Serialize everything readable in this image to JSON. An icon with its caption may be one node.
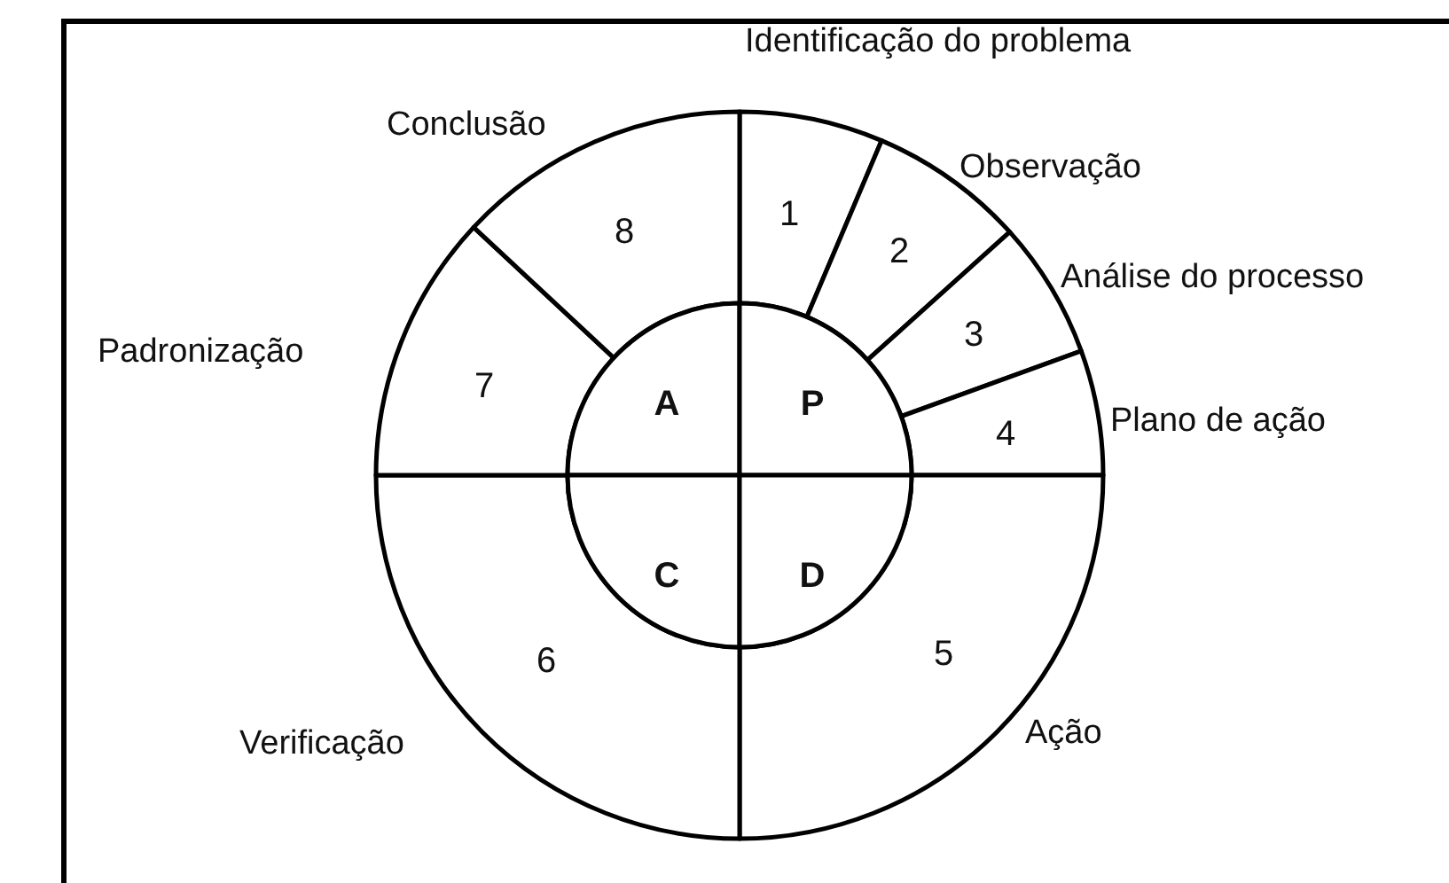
{
  "diagram": {
    "nodes": [
      {
        "text": [
          "1"
        ],
        "beside": [
          "Identificação do problema"
        ]
      },
      {
        "text": [
          "2"
        ],
        "beside": [
          "Observação"
        ]
      },
      {
        "text": [
          "3"
        ],
        "beside": [
          "Análise do processo"
        ]
      },
      {
        "text": [
          "4"
        ],
        "beside": [
          "Plano de ação"
        ]
      },
      {
        "text": [
          "5"
        ],
        "beside": [
          "Ação"
        ]
      },
      {
        "text": [
          "6"
        ],
        "beside": [
          "Verificação"
        ]
      },
      {
        "text": [
          "7"
        ],
        "beside": [
          "Padronização"
        ]
      },
      {
        "text": [
          "8"
        ],
        "beside": [
          "Conclusão"
        ]
      },
      {
        "text": [
          "A"
        ]
      },
      {
        "text": [
          "P"
        ]
      },
      {
        "text": [
          "C"
        ]
      },
      {
        "text": [
          "D"
        ]
      }
    ]
  }
}
